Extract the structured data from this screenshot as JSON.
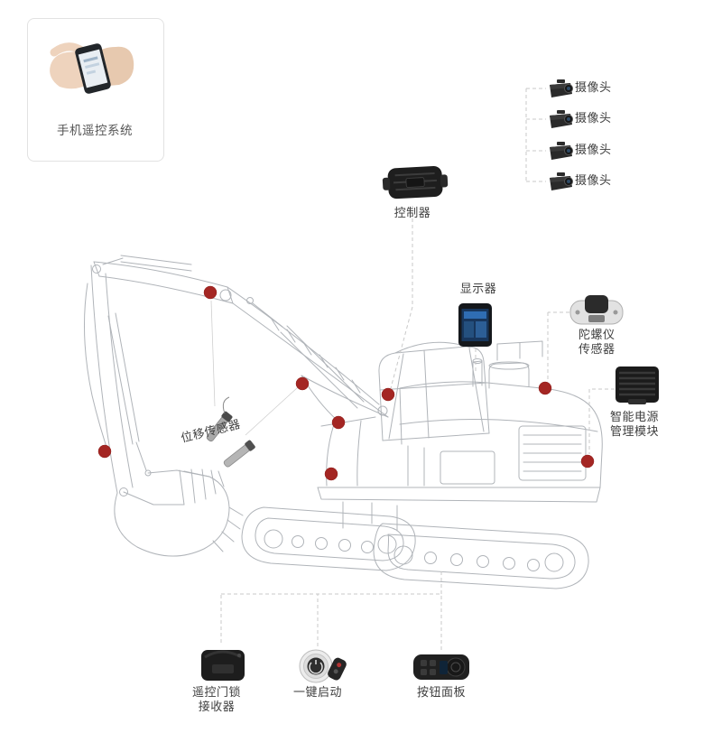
{
  "colors": {
    "hotspot": "#a42623",
    "connector": "#c9c9c9",
    "sketch": "#b0b4b9",
    "text": "#404040"
  },
  "phone_system": {
    "label": "手机遥控系统"
  },
  "cameras": {
    "items": [
      {
        "label": "摄像头"
      },
      {
        "label": "摄像头"
      },
      {
        "label": "摄像头"
      },
      {
        "label": "摄像头"
      }
    ]
  },
  "controller": {
    "label": "控制器"
  },
  "display": {
    "label": "显示器"
  },
  "gyro": {
    "line1": "陀螺仪",
    "line2": "传感器"
  },
  "power_module": {
    "line1": "智能电源",
    "line2": "管理模块"
  },
  "displacement_sensor": {
    "label": "位移传感器"
  },
  "door_lock": {
    "line1": "遥控门锁",
    "line2": "接收器"
  },
  "start_button": {
    "label": "一键启动"
  },
  "button_panel": {
    "label": "按钮面板"
  }
}
